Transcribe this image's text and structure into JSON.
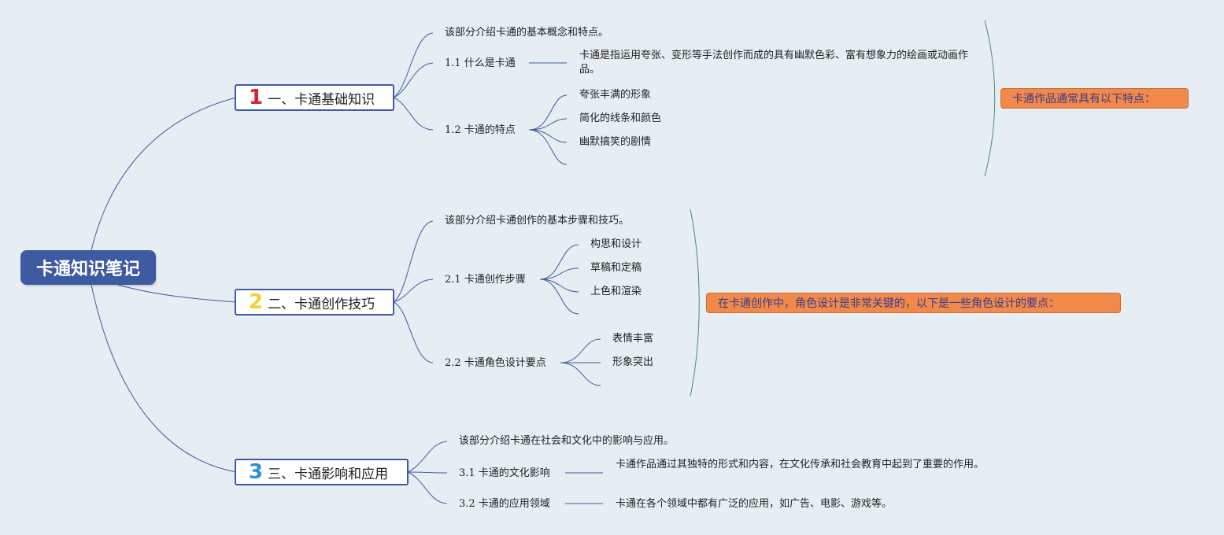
{
  "root": {
    "title": "卡通知识笔记"
  },
  "branches": [
    {
      "num": "1",
      "title": "一、卡通基础知识",
      "intro": "该部分介绍卡通的基本概念和特点。",
      "sub1": {
        "label": "1.1 什么是卡通",
        "desc": "卡通是指运用夸张、变形等手法创作而成的具有幽默色彩、富有想象力的绘画或动画作品。"
      },
      "sub2": {
        "label": "1.2 卡通的特点",
        "items": [
          "夸张丰满的形象",
          "简化的线条和颜色",
          "幽默搞笑的剧情"
        ]
      },
      "callout": "卡通作品通常具有以下特点："
    },
    {
      "num": "2",
      "title": "二、卡通创作技巧",
      "intro": "该部分介绍卡通创作的基本步骤和技巧。",
      "sub1": {
        "label": "2.1 卡通创作步骤",
        "items": [
          "构思和设计",
          "草稿和定稿",
          "上色和渲染"
        ]
      },
      "sub2": {
        "label": "2.2 卡通角色设计要点",
        "items": [
          "表情丰富",
          "形象突出"
        ]
      },
      "callout": "在卡通创作中，角色设计是非常关键的，以下是一些角色设计的要点："
    },
    {
      "num": "3",
      "title": "三、卡通影响和应用",
      "intro": "该部分介绍卡通在社会和文化中的影响与应用。",
      "sub1": {
        "label": "3.1 卡通的文化影响",
        "desc": "卡通作品通过其独特的形式和内容，在文化传承和社会教育中起到了重要的作用。"
      },
      "sub2": {
        "label": "3.2 卡通的应用领域",
        "desc": "卡通在各个领域中都有广泛的应用，如广告、电影、游戏等。"
      }
    }
  ],
  "colors": {
    "background": "#e6eef3",
    "root": "#3e5aa0",
    "line": "#3e5aa0",
    "bracket": "#4a8a78",
    "callout": "#f0894a",
    "num1": "#d81e3a",
    "num2": "#f4cf3a",
    "num3": "#2f8ed6"
  }
}
